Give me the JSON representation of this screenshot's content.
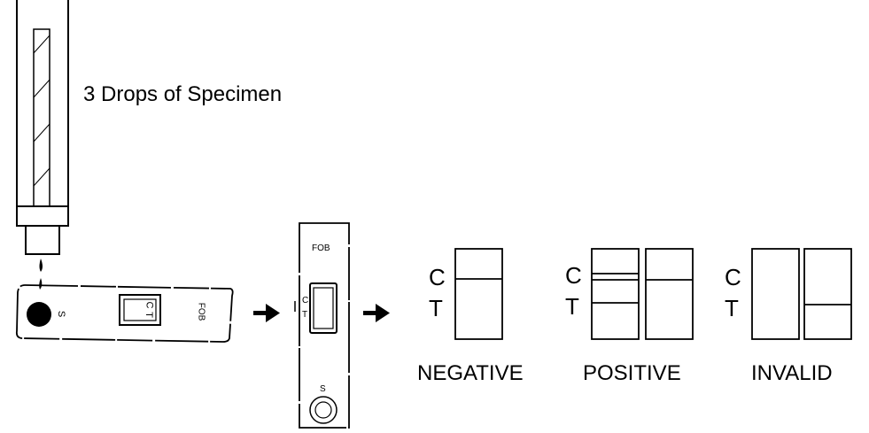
{
  "instruction": "3 Drops of Specimen",
  "cassette_horizontal": {
    "sample_label": "S",
    "c_label": "C",
    "t_label": "T",
    "brand": "FOB"
  },
  "cassette_vertical": {
    "brand": "FOB",
    "c_label": "C",
    "t_label": "T",
    "sample_label": "S"
  },
  "results": [
    {
      "name": "NEGATIVE",
      "c": "C",
      "t": "T"
    },
    {
      "name": "POSITIVE",
      "c": "C",
      "t": "T"
    },
    {
      "name": "INVALID",
      "c": "C",
      "t": "T"
    }
  ]
}
